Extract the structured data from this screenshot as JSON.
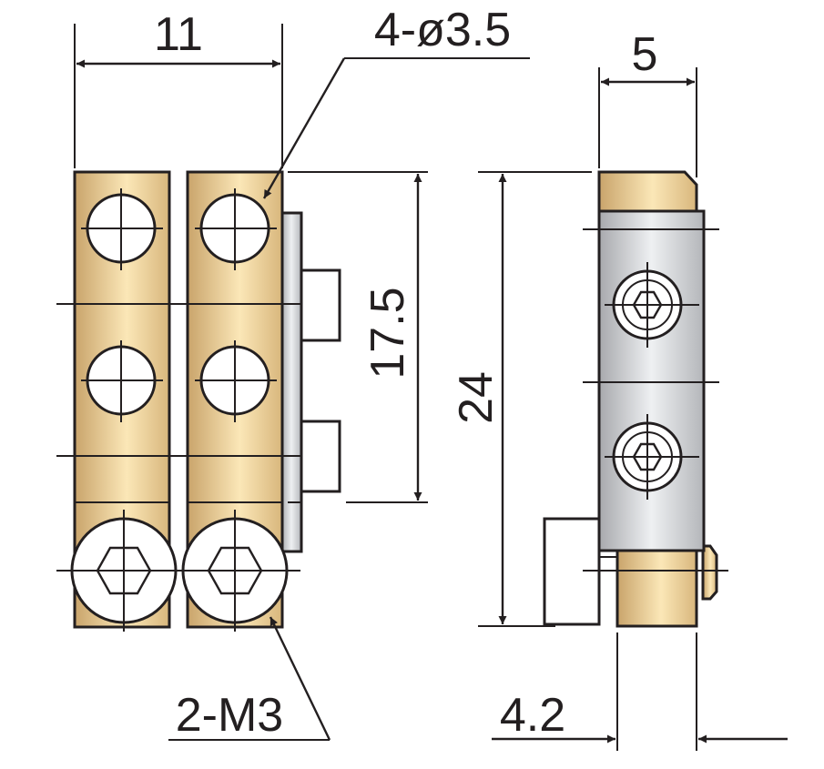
{
  "diagram": {
    "labels": {
      "width_front": "11",
      "holes": "4-ø3.5",
      "hole_pitch": "17.5",
      "screws": "2-M3",
      "width_side": "5",
      "height": "24",
      "offset": "4.2"
    },
    "colors": {
      "brass_dark": "#c9a46b",
      "brass_light": "#fbe7b7",
      "steel_dark": "#a8a9ad",
      "steel_light": "#eef0f2",
      "ink": "#231f20"
    }
  }
}
